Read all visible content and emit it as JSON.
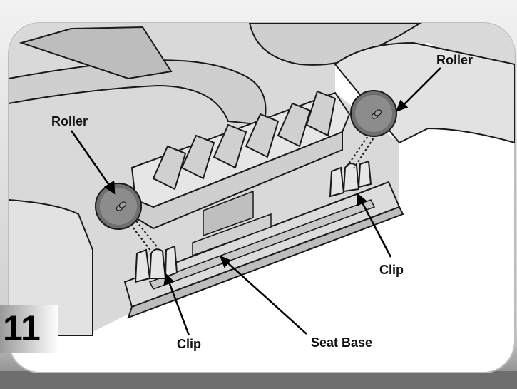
{
  "step_number": "11",
  "labels": {
    "roller_right": "Roller",
    "roller_left": "Roller",
    "clip_right": "Clip",
    "clip_left": "Clip",
    "seat_base": "Seat Base"
  },
  "colors": {
    "background_gray": "#d7d7d7",
    "line_black": "#1a1a1a",
    "roller_fill": "#8c8c8c",
    "frame_dark": "#6e6e6e"
  }
}
